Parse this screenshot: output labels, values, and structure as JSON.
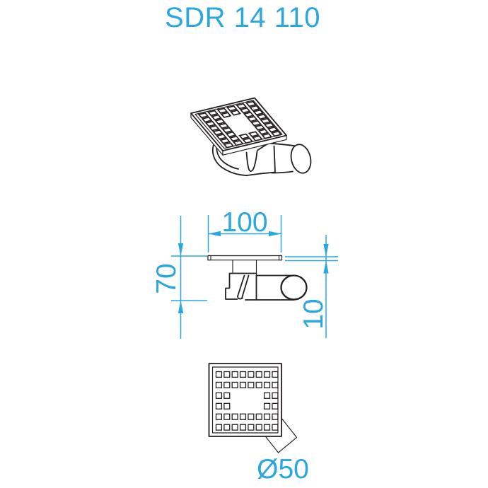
{
  "title": "SDR 14 110",
  "colors": {
    "accent": "#2aa7df",
    "line": "#231f20",
    "background": "#ffffff"
  },
  "dimensions": {
    "width": {
      "label": "100"
    },
    "height": {
      "label": "70"
    },
    "plate": {
      "label": "10"
    },
    "outlet": {
      "label": "Ø50"
    }
  },
  "grate_pattern": {
    "rows": 6,
    "cols": 8,
    "full_rows": [
      0,
      1,
      4,
      5
    ],
    "flank_cols": [
      0,
      1,
      6,
      7
    ],
    "hole_count": 40
  }
}
